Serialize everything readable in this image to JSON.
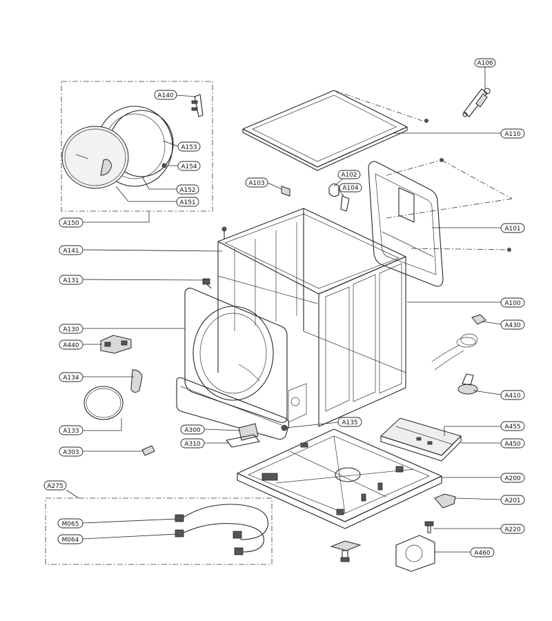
{
  "callouts": {
    "A106": "A106",
    "A110": "A110",
    "A140": "A140",
    "A153": "A153",
    "A154": "A154",
    "A152": "A152",
    "A151": "A151",
    "A150": "A150",
    "A103": "A103",
    "A102": "A102",
    "A104": "A104",
    "A101": "A101",
    "A141": "A141",
    "A131": "A131",
    "A100": "A100",
    "A130": "A130",
    "A430": "A430",
    "A440": "A440",
    "A134": "A134",
    "A410": "A410",
    "A133": "A133",
    "A300": "A300",
    "A310": "A310",
    "A135": "A135",
    "A455": "A455",
    "A450": "A450",
    "A303": "A303",
    "A200": "A200",
    "A275": "A275",
    "A201": "A201",
    "M065": "M065",
    "M064": "M064",
    "A220": "A220",
    "A460": "A460"
  }
}
